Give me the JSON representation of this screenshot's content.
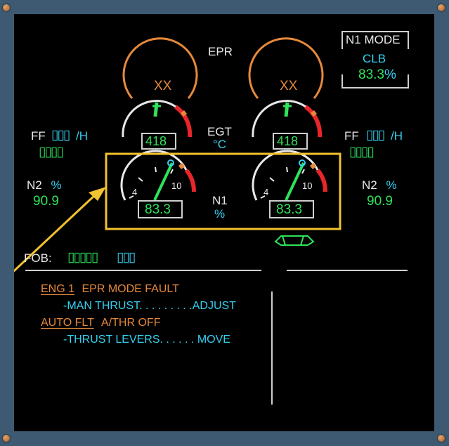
{
  "labels": {
    "epr": "EPR",
    "egt": "EGT",
    "egt_unit": "°C",
    "n1": "N1",
    "n1_unit": "%",
    "ff": "FF",
    "ff_unit": "/H",
    "n2": "N2",
    "pct": "%",
    "fob": "FOB:",
    "epr_invalid": "XX",
    "scale_min": "4",
    "scale_max": "10"
  },
  "n1_mode": {
    "title": "N1 MODE",
    "mode": "CLB",
    "value": "83.3",
    "unit": "%"
  },
  "engines": [
    {
      "egt": "418",
      "n1": "83.3",
      "n2": "90.9",
      "ff_invalid": "▯▯▯",
      "ff_value": "▯▯▯▯"
    },
    {
      "egt": "418",
      "n1": "83.3",
      "n2": "90.9",
      "ff_invalid": "▯▯▯",
      "ff_value": "▯▯▯▯"
    }
  ],
  "fob": {
    "value": "▯▯▯▯▯",
    "unit": "▯▯▯"
  },
  "ecam": {
    "line1_system": "ENG 1",
    "line1_text": "EPR MODE FAULT",
    "line2_text": "-MAN THRUST. . . . . . . . .ADJUST",
    "line3_system": "AUTO FLT",
    "line3_text": "A/THR OFF",
    "line4_text": "-THRUST LEVERS. . . . . . MOVE"
  },
  "colors": {
    "white": "#e8e8e8",
    "cyan": "#35d0f0",
    "green": "#2fe35a",
    "amber": "#e6893a",
    "red": "#e8262a",
    "highlight": "#f2c230"
  }
}
